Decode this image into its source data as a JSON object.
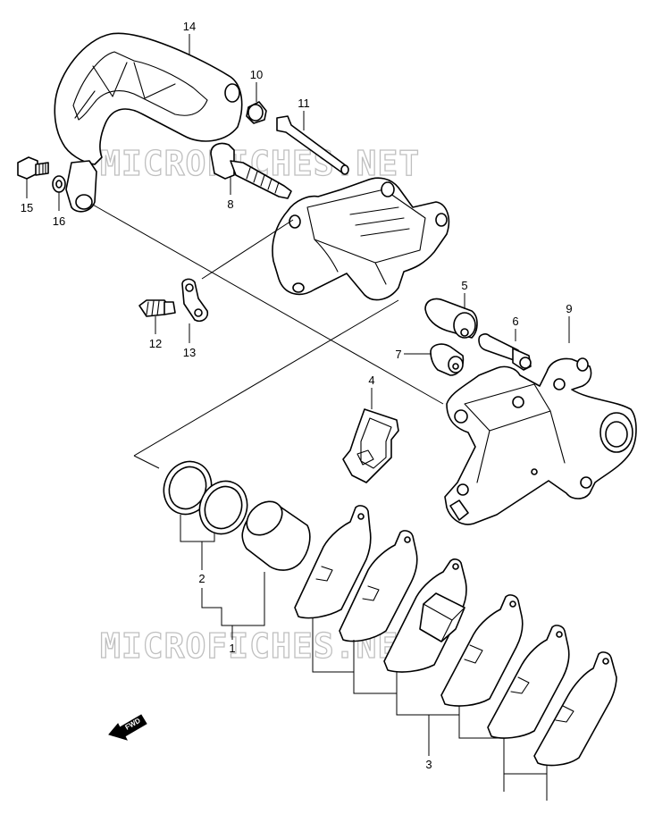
{
  "watermark": {
    "text": "MICROFICHES.NET",
    "color": "#b9b9b9"
  },
  "direction_arrow": {
    "label": "FWD"
  },
  "callouts": [
    {
      "id": "1",
      "label": "1"
    },
    {
      "id": "2",
      "label": "2"
    },
    {
      "id": "3",
      "label": "3"
    },
    {
      "id": "4",
      "label": "4"
    },
    {
      "id": "5",
      "label": "5"
    },
    {
      "id": "6",
      "label": "6"
    },
    {
      "id": "7",
      "label": "7"
    },
    {
      "id": "8",
      "label": "8"
    },
    {
      "id": "9",
      "label": "9"
    },
    {
      "id": "10",
      "label": "10"
    },
    {
      "id": "11",
      "label": "11"
    },
    {
      "id": "12",
      "label": "12"
    },
    {
      "id": "13",
      "label": "13"
    },
    {
      "id": "14",
      "label": "14"
    },
    {
      "id": "15",
      "label": "15"
    },
    {
      "id": "16",
      "label": "16"
    }
  ]
}
